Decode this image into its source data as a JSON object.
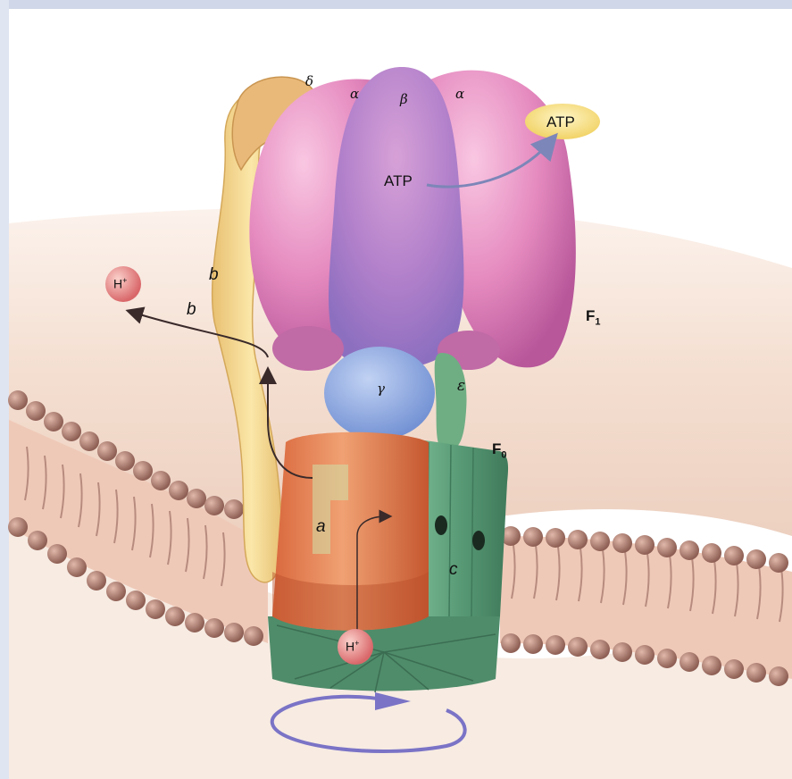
{
  "labels": {
    "delta": "δ",
    "alpha_left": "α",
    "beta": "β",
    "alpha_right": "α",
    "gamma": "γ",
    "epsilon": "ε",
    "b_upper": "b",
    "b_lower": "b",
    "a": "a",
    "c": "c",
    "F1_base": "F",
    "F1_sub": "1",
    "F0_base": "F",
    "F0_sub": "0",
    "atp_inside": "ATP",
    "atp_released": "ATP",
    "h_top": "H",
    "h_top_sup": "+",
    "h_bottom": "H",
    "h_bottom_sup": "+"
  },
  "colors": {
    "membrane_band": "#f1d8c8",
    "lipid_head": "#a9786a",
    "f1_head": "#e889c0",
    "gamma_stalk": "#8aa7de",
    "a_subunit": "#e57f55",
    "c_ring": "#5fa07c",
    "b_stalk": "#f3d88e",
    "proton": "#e88b8b",
    "rotation_arrow": "#7a73c6",
    "atp_oval": "#f7df7a"
  },
  "icons": {
    "rotation": "circular-arrow-icon",
    "proton_flow": "curved-arrow-icon"
  }
}
